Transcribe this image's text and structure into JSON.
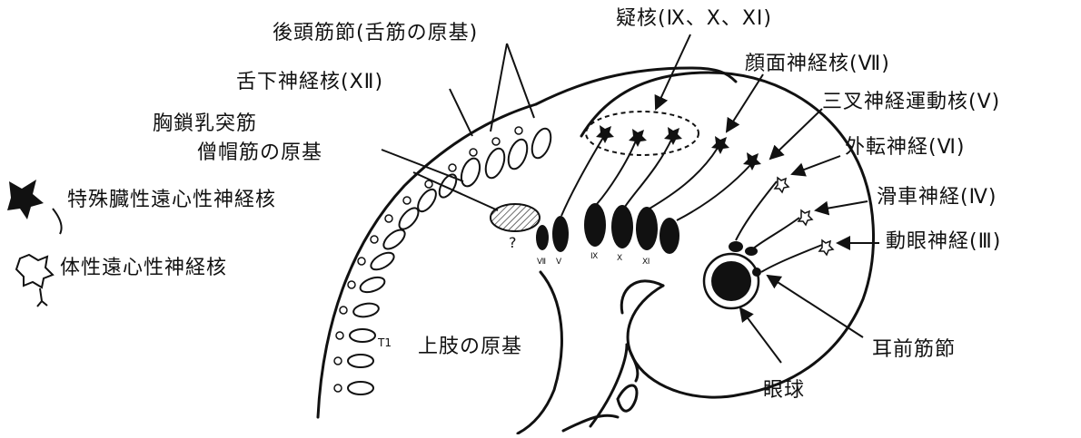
{
  "labels": {
    "occipital_somites": "後頭筋節(舌筋の原基)",
    "nucleus_ambiguus": "疑核(Ⅸ、Ⅹ、ⅩⅠ)",
    "facial_nucleus": "顔面神経核(Ⅶ)",
    "hypoglossal_nucleus": "舌下神経核(ⅩⅡ)",
    "trigeminal_motor_nucleus": "三叉神経運動核(Ⅴ)",
    "scm_line1": "胸鎖乳突筋",
    "scm_line2": "僧帽筋の原基",
    "abducens_nerve": "外転神経(Ⅵ)",
    "special_visceral_efferent": "特殊臓性遠心性神経核",
    "trochlear_nerve": "滑車神経(Ⅳ)",
    "somatic_efferent": "体性遠心性神経核",
    "oculomotor_nerve": "動眼神経(Ⅲ)",
    "upper_limb": "上肢の原基",
    "preotic_somites": "耳前筋節",
    "eyeball": "眼球",
    "question_mark": "?",
    "t1": "T1"
  },
  "arch_labels": [
    "Ⅶ",
    "Ⅴ",
    "Ⅸ",
    "Ⅹ",
    "Ⅺ"
  ],
  "colors": {
    "ink": "#111111",
    "background": "#ffffff"
  }
}
